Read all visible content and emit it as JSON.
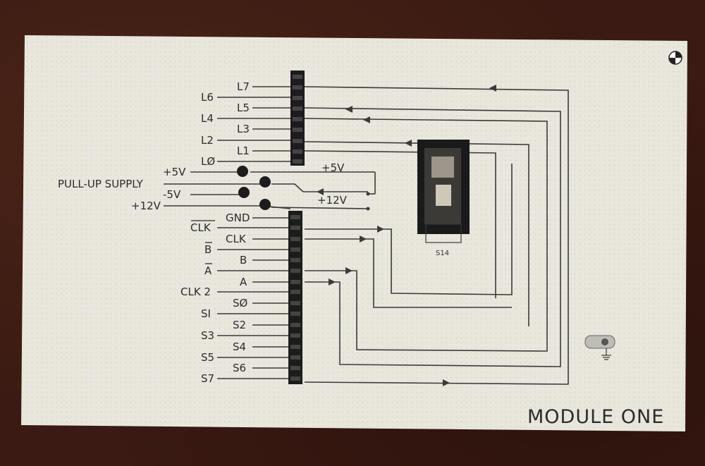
{
  "board": {
    "title": "MODULE ONE",
    "switch_label": "S14",
    "pull_up_label": "PULL-UP SUPPLY",
    "supply_labels": {
      "p5_left": "+5V",
      "m5_left": "-5V",
      "p12_left": "+12V",
      "p5_right": "+5V",
      "p12_right": "+12V"
    },
    "left_labels": {
      "L7": "L7",
      "L6": "L6",
      "L5": "L5",
      "L4": "L4",
      "L3": "L3",
      "L2": "L2",
      "L1": "L1",
      "L0": "LØ",
      "GND": "GND",
      "CLKN": "CLK",
      "CLK": "CLK",
      "BN": "B",
      "B": "B",
      "AN": "A",
      "A": "A",
      "CLK2": "CLK 2",
      "S0": "SØ",
      "S1": "SI",
      "S2": "S2",
      "S3": "S3",
      "S4": "S4",
      "S5": "S5",
      "S6": "S6",
      "S7": "S7"
    }
  },
  "colors": {
    "board": "#e9e6dd",
    "ink": "#3a3a3a",
    "background": "#3a1a12",
    "header": "#1c1c1c"
  }
}
